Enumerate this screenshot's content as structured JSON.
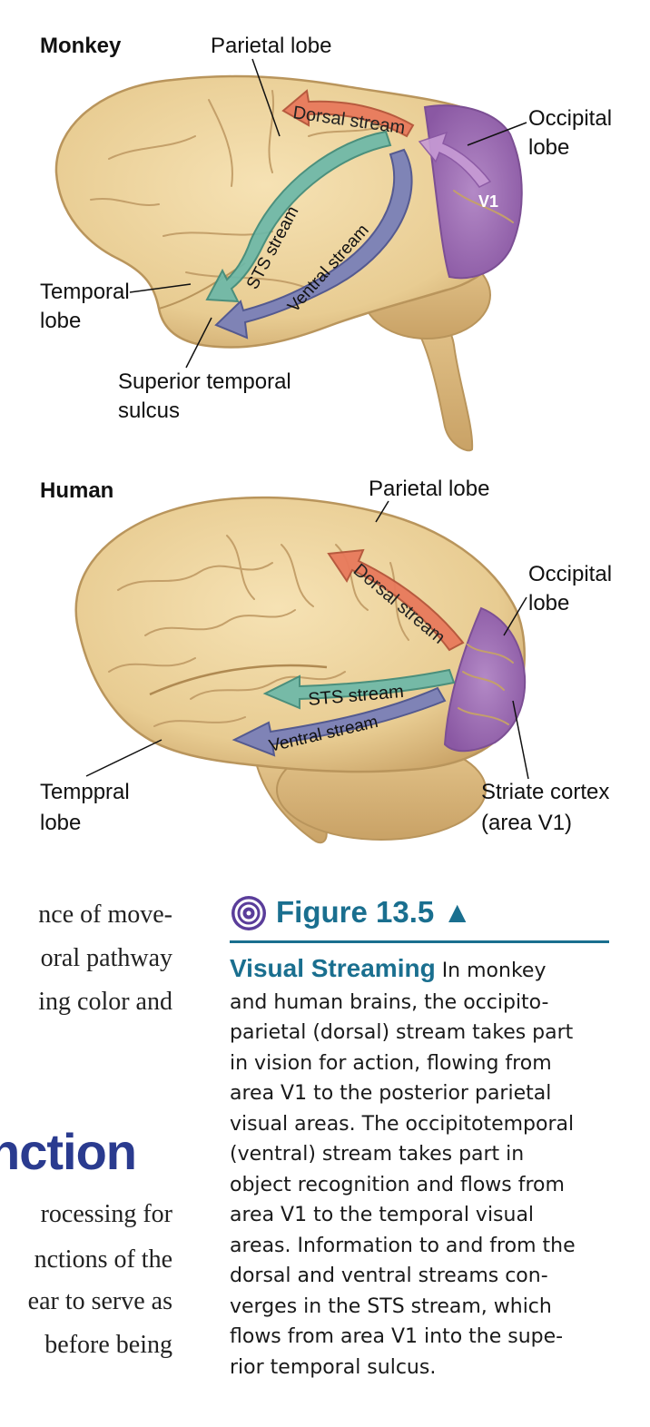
{
  "monkey": {
    "title": "Monkey",
    "parietal": "Parietal lobe",
    "occipital_line1": "Occipital",
    "occipital_line2": "lobe",
    "v1": "V1",
    "temporal_line1": "Temporal",
    "temporal_line2": "lobe",
    "sulcus_line1": "Superior temporal",
    "sulcus_line2": "sulcus",
    "dorsal": "Dorsal stream",
    "sts": "STS stream",
    "ventral": "Ventral stream"
  },
  "human": {
    "title": "Human",
    "parietal": "Parietal lobe",
    "occipital_line1": "Occipital",
    "occipital_line2": "lobe",
    "temporal_line1": "Temppral",
    "temporal_line2": "lobe",
    "striate_line1": "Striate cortex",
    "striate_line2": "(area V1)",
    "dorsal": "Dorsal stream",
    "sts": "STS stream",
    "ventral": "Ventral stream"
  },
  "body_text": {
    "line1": "nce of move-",
    "line2": "oral pathway",
    "line3": "ing color and",
    "heading": "nction",
    "line4": "rocessing for",
    "line5": "nctions of the",
    "line6": "ear to serve as",
    "line7": "before being"
  },
  "figure": {
    "title": "Figure 13.5 ▲",
    "caption_title": "Visual Streaming",
    "caption_lines": [
      "In monkey",
      "and human brains, the occipito-",
      "parietal (dorsal) stream takes part",
      "in vision for action, flowing from",
      "area V1 to the posterior parietal",
      "visual areas. The occipitotemporal",
      "(ventral) stream takes part in",
      "object recognition and flows from",
      "area V1 to the temporal visual",
      "areas. Information to and from the",
      "dorsal and ventral streams con-",
      "verges in the STS stream, which",
      "flows from area V1 into the supe-",
      "rior temporal sulcus."
    ]
  },
  "colors": {
    "brain": "#ead09a",
    "brain_edge": "#b9955c",
    "occipital": "#9a6bb0",
    "dorsal": "#e87a5c",
    "sts": "#6cb8a8",
    "ventral": "#7a80b8",
    "accent": "#1a6f8f",
    "heading": "#2a3b8f"
  },
  "icons": {
    "figure_icon": "concentric-target-icon"
  }
}
